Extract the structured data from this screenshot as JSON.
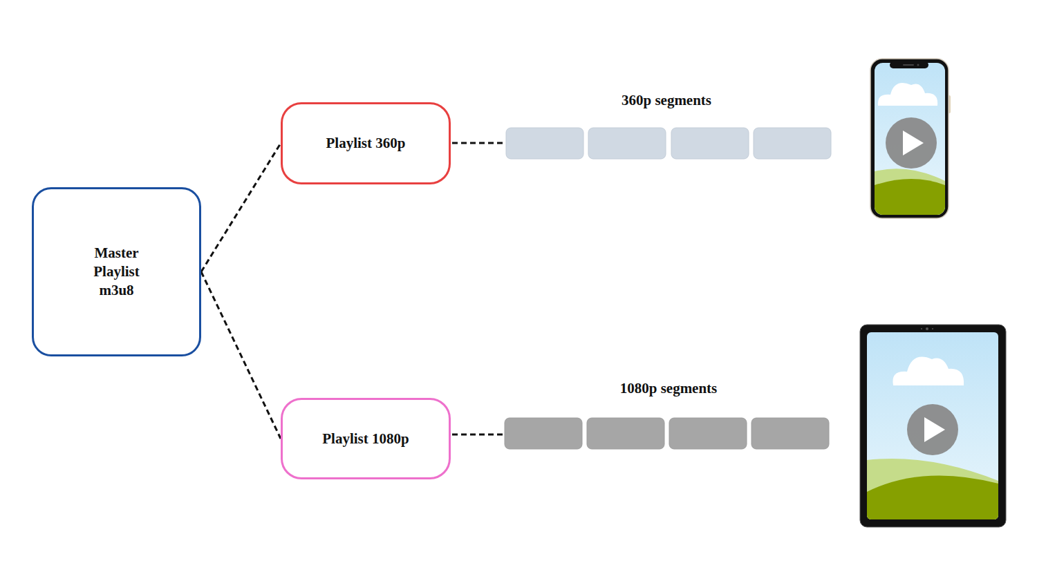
{
  "diagram": {
    "nodes": [
      {
        "text": [
          "Master Playlist m3u8"
        ]
      },
      {
        "text": [
          "Playlist 360p"
        ]
      },
      {
        "text": [
          "Playlist 1080p"
        ]
      }
    ],
    "edges": [
      {
        "from": 0,
        "to": 1,
        "arrow": "none"
      },
      {
        "from": 0,
        "to": 2,
        "arrow": "none"
      }
    ],
    "labels": [
      "360p segments",
      "1080p segments"
    ]
  }
}
